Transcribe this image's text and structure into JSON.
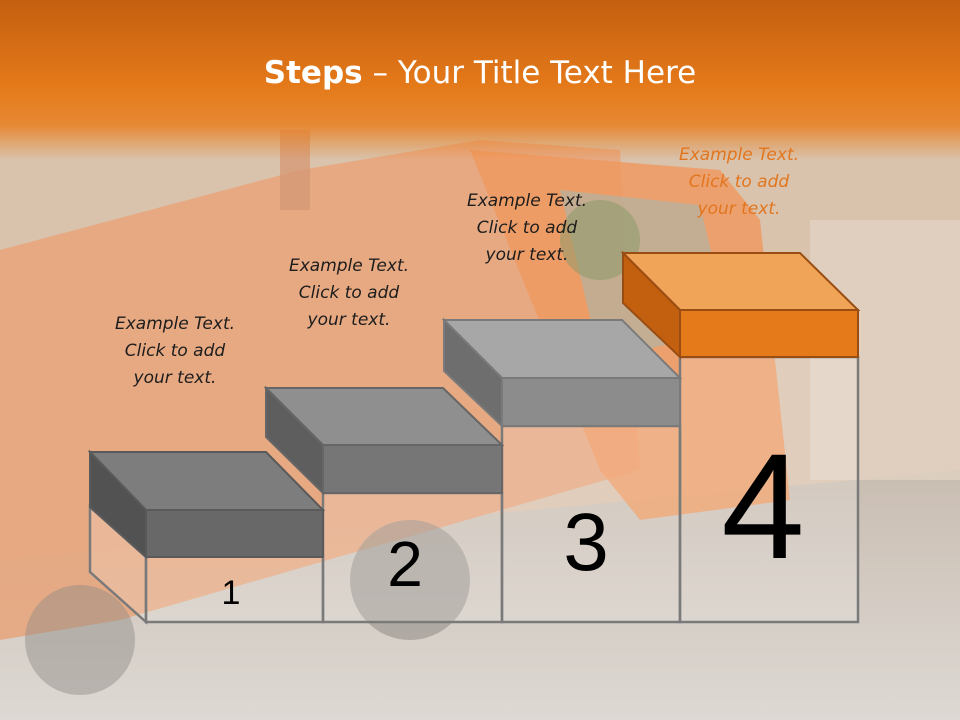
{
  "title": {
    "bold": "Steps",
    "separator": " – ",
    "rest": "Your Title Text Here"
  },
  "steps": [
    {
      "number": "1",
      "caption": [
        "Example Text.",
        "Click  to add",
        "your text."
      ]
    },
    {
      "number": "2",
      "caption": [
        "Example Text.",
        "Click  to add",
        "your text."
      ]
    },
    {
      "number": "3",
      "caption": [
        "Example Text.",
        "Click  to add",
        "your text."
      ]
    },
    {
      "number": "4",
      "caption": [
        "Example Text.",
        "Click  to add",
        "your text."
      ]
    }
  ],
  "colors": {
    "title_bar": "#e57a1a",
    "gray_block": "#8a8a8a",
    "orange_block": "#e57a1a",
    "accent_text": "#e2761e"
  }
}
